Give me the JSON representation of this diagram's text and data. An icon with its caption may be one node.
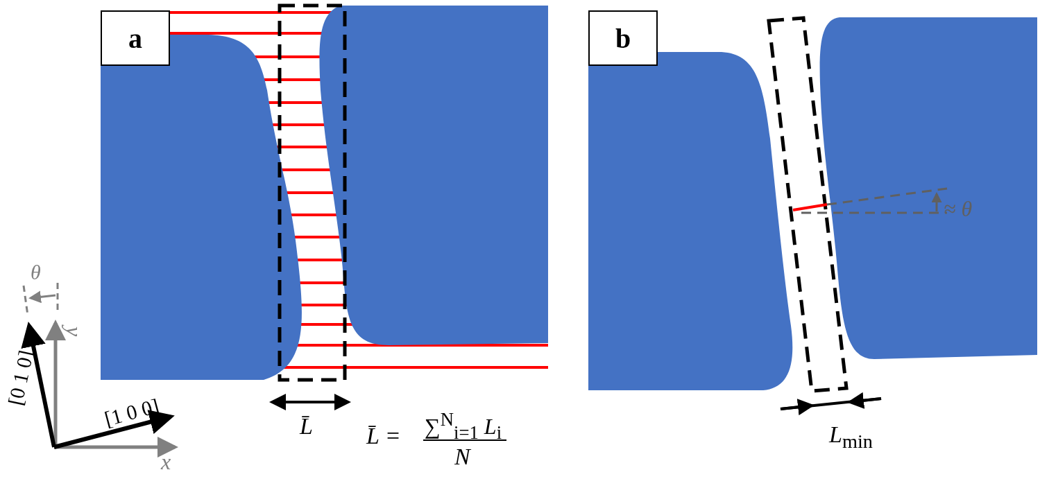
{
  "diagram": {
    "nodes": [
      {
        "text": [
          "a"
        ]
      },
      {
        "text": [
          "b"
        ]
      }
    ],
    "labels": [
      "θ",
      "y",
      "[0 1 0]",
      "[1 0 0]",
      "x",
      "L̄",
      "L̄ =",
      "∑$^{N}$$_{i=1}$ *L*$_{i}$",
      "N",
      "≈ θ",
      "*L*$_{min}$"
    ]
  }
}
